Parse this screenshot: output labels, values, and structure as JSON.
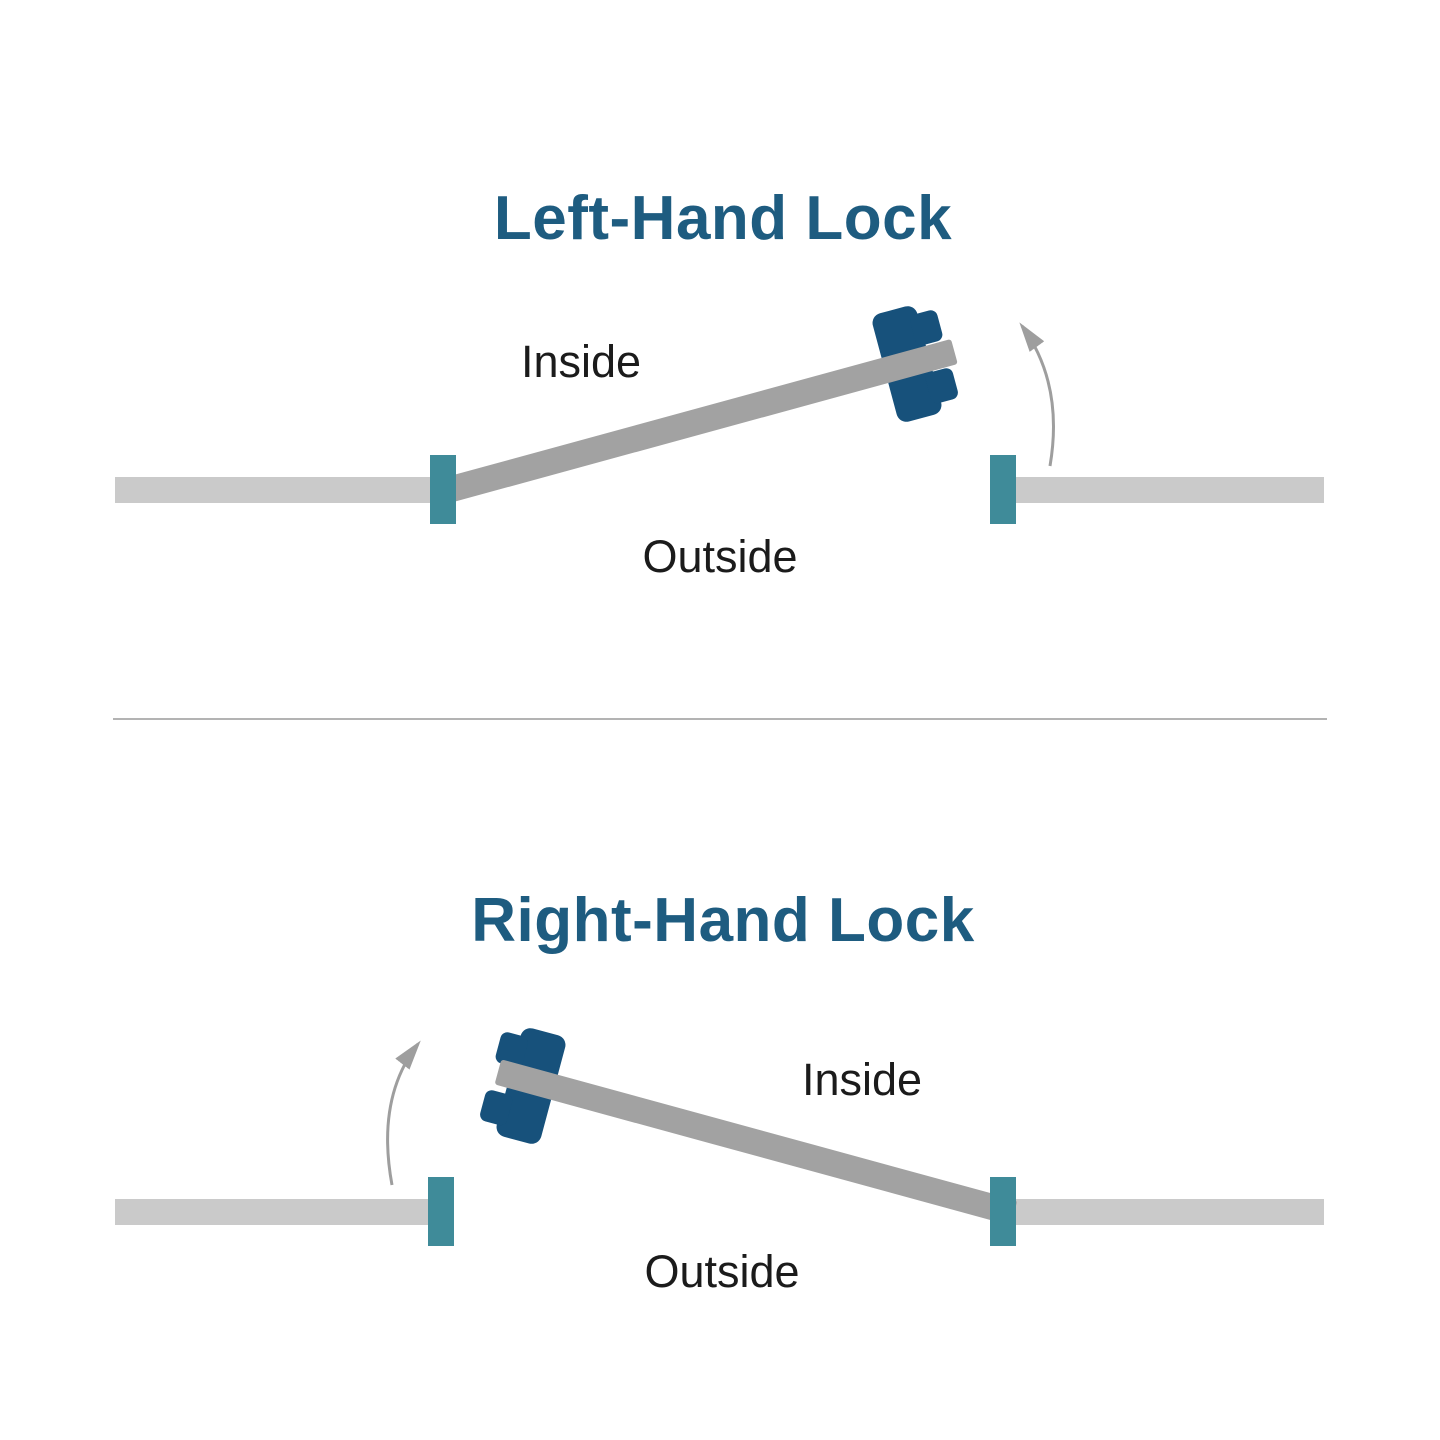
{
  "canvas": {
    "background": "#ffffff"
  },
  "colors": {
    "title_teal_blue": "#1e5c80",
    "label_text": "#1b1b1b",
    "wall_light_gray": "#cacaca",
    "door_gray": "#a2a2a2",
    "jamb_teal": "#3f8b99",
    "lock_navy": "#17517b",
    "arrow_gray": "#9e9e9e",
    "divider_gray": "#b3b3b3"
  },
  "sections": [
    {
      "title": "Left-Hand Lock",
      "inside_label": "Inside",
      "outside_label": "Outside",
      "hinge_side": "left",
      "lock_icon": "lock-knob-icon",
      "swing_icon": "swing-arrow-icon"
    },
    {
      "title": "Right-Hand Lock",
      "inside_label": "Inside",
      "outside_label": "Outside",
      "hinge_side": "right",
      "lock_icon": "lock-knob-icon",
      "swing_icon": "swing-arrow-icon"
    }
  ]
}
